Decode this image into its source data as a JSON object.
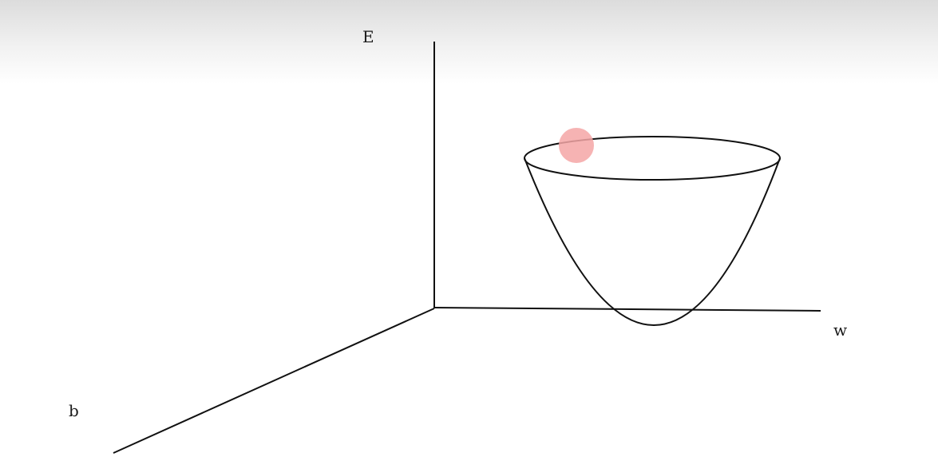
{
  "axes": {
    "e_label": "E",
    "w_label": "w",
    "b_label": "b"
  },
  "colors": {
    "line": "#111111",
    "ball": "#f4a6a6"
  }
}
